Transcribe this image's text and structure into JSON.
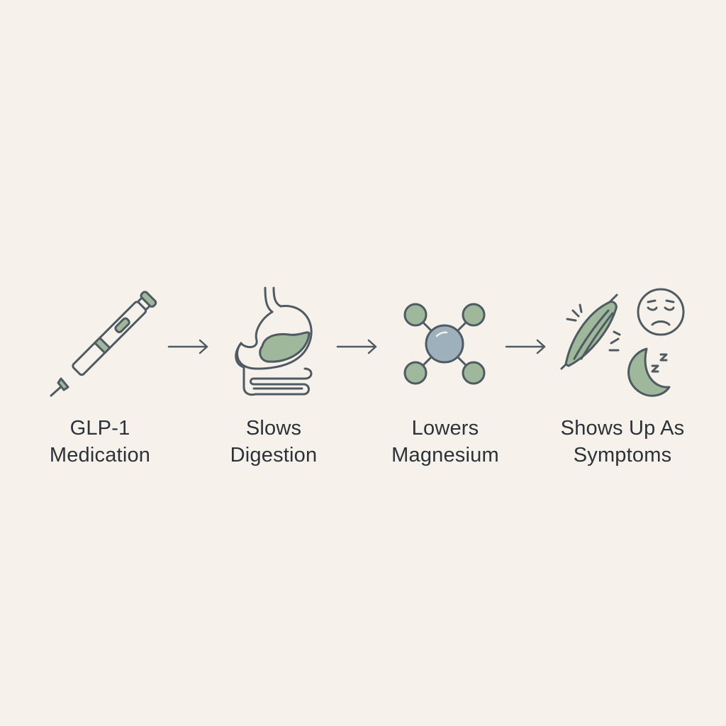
{
  "colors": {
    "background": "#f6f2eb",
    "stroke": "#4f5a62",
    "green_fill": "#9fb79a",
    "blue_fill": "#9fb0bd",
    "text": "#2c3238"
  },
  "steps": [
    {
      "icon": "pen-injector-icon",
      "line1": "GLP-1",
      "line2": "Medication"
    },
    {
      "icon": "stomach-icon",
      "line1": "Slows",
      "line2": "Digestion"
    },
    {
      "icon": "molecule-icon",
      "line1": "Lowers",
      "line2": "Magnesium"
    },
    {
      "icon": "symptoms-icon",
      "line1": "Shows Up As",
      "line2": "Symptoms"
    }
  ],
  "arrows": [
    "arrow-right-icon",
    "arrow-right-icon",
    "arrow-right-icon"
  ]
}
